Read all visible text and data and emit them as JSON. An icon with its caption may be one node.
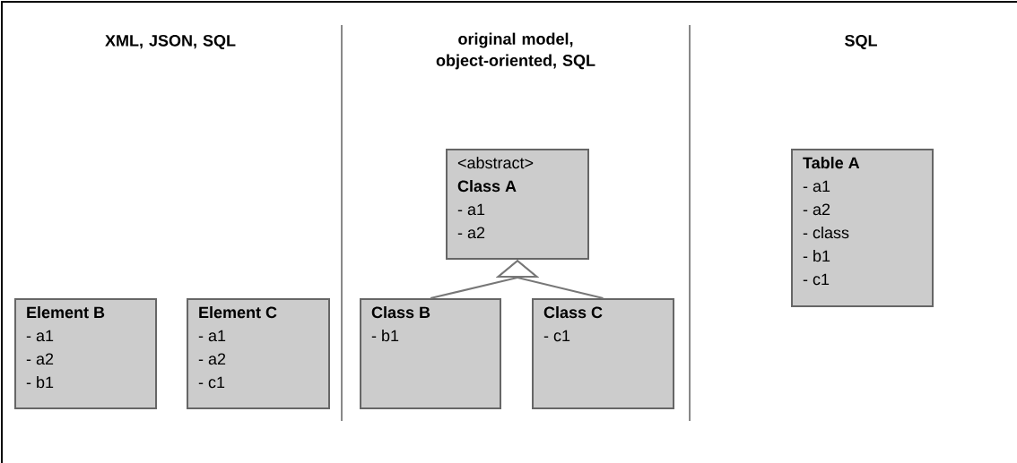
{
  "diagram": {
    "nodes": [
      {
        "text": [
          "Element B",
          "- a1",
          "- a2",
          "- b1"
        ]
      },
      {
        "text": [
          "Element C",
          "- a1",
          "- a2",
          "- c1"
        ]
      },
      {
        "text": [
          "<abstract>",
          "Class A",
          "- a1",
          "- a2"
        ]
      },
      {
        "text": [
          "Class B",
          "- b1"
        ]
      },
      {
        "text": [
          "Class C",
          "- c1"
        ]
      },
      {
        "text": [
          "Table A",
          "- a1",
          "- a2",
          "- class",
          "- b1",
          "- c1"
        ]
      }
    ],
    "edges": [
      {
        "from": 3,
        "to": 2,
        "arrow": "to"
      },
      {
        "from": 4,
        "to": 2,
        "arrow": "to"
      }
    ],
    "labels": [
      "XML, JSON, SQL",
      "original model, object-oriented, SQL",
      "SQL"
    ]
  }
}
